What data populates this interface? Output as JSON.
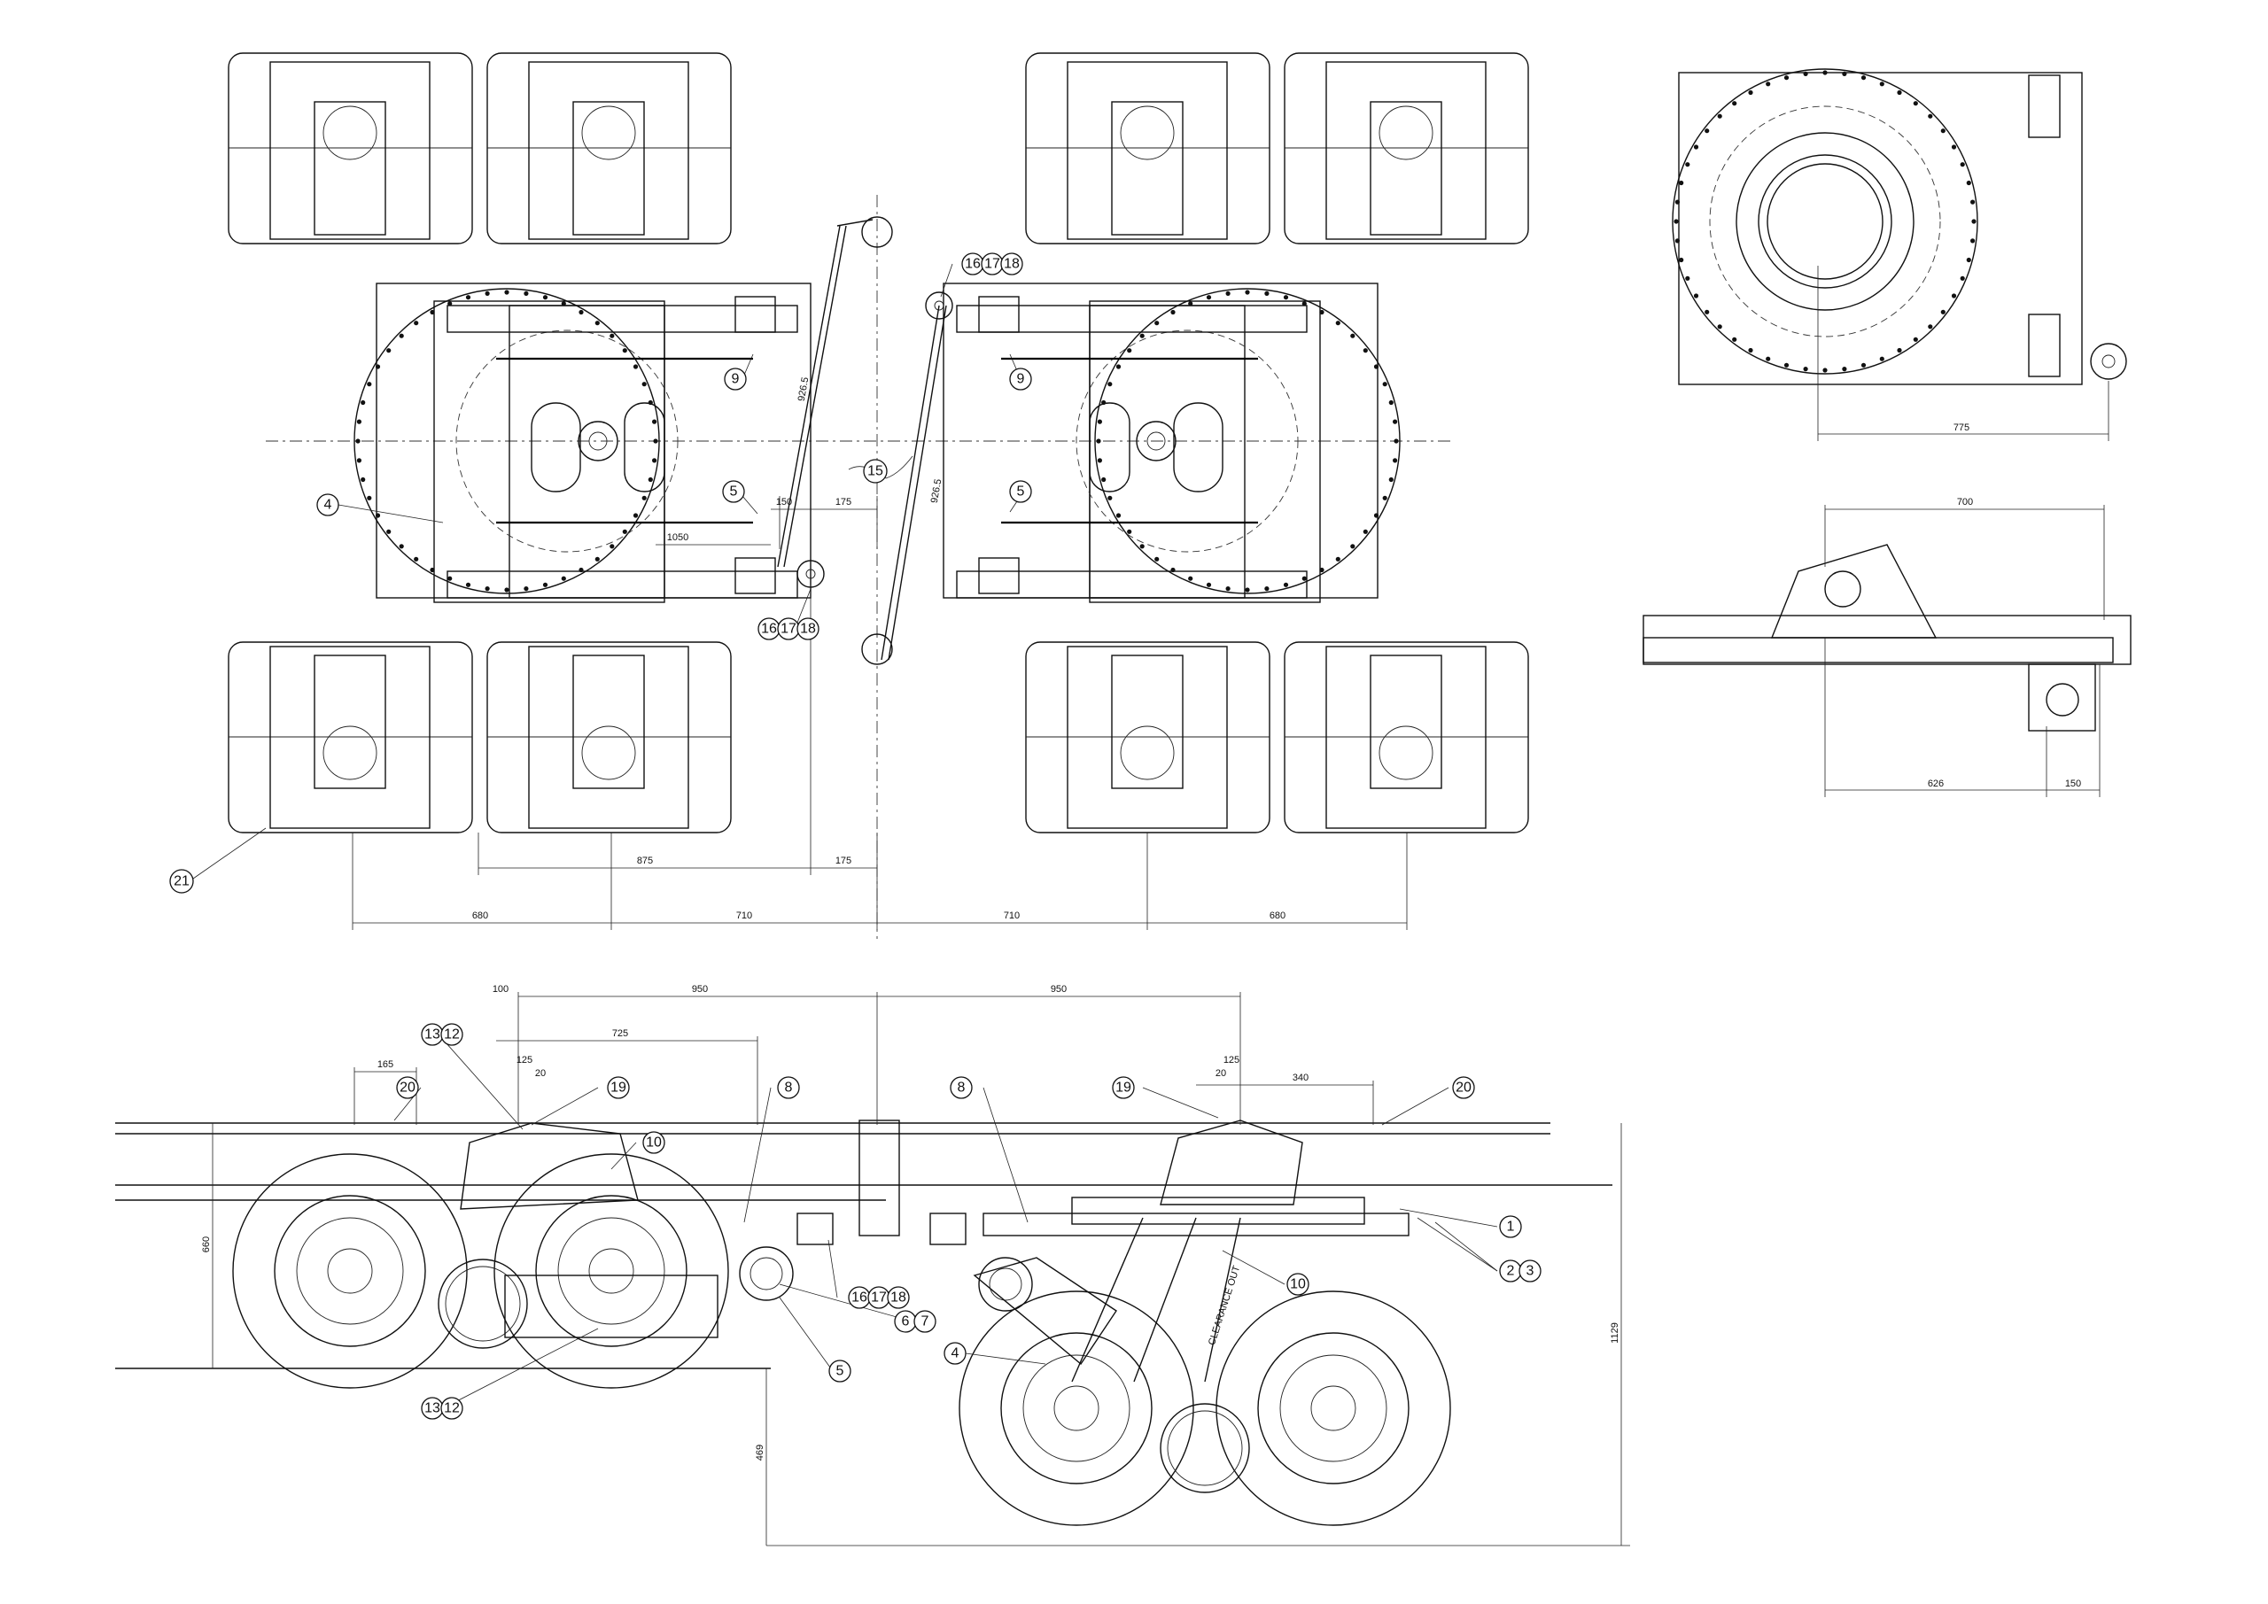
{
  "dimensions": {
    "top_row_1": "680",
    "top_row_2": "710",
    "top_row_3": "710",
    "top_row_4": "680",
    "mid_875": "875",
    "mid_175_bottom": "175",
    "mid_1050": "1050",
    "mid_150": "150",
    "mid_175_top": "175",
    "diag_left": "926.5",
    "diag_right": "926.5",
    "tr_775": "775",
    "mr_700": "700",
    "mr_626": "626",
    "mr_150": "150",
    "bot_100": "100",
    "bot_950_l": "950",
    "bot_950_r": "950",
    "bot_725": "725",
    "bot_165": "165",
    "bot_125_l": "125",
    "bot_20_l": "20",
    "bot_125_r": "125",
    "bot_20_r": "20",
    "bot_340": "340",
    "bot_660": "660",
    "bot_1129": "1129",
    "bot_469": "469",
    "bot_clear": "CLEARANCE OUT"
  },
  "callouts": {
    "c4_top": "4",
    "c5_top_l": "5",
    "c5_top_r": "5",
    "c9_l": "9",
    "c9_r": "9",
    "c15": "15",
    "c16_top": "16",
    "c17_top": "17",
    "c18_top": "18",
    "c16_mid": "16",
    "c17_mid": "17",
    "c18_mid": "18",
    "c21": "21",
    "c13_a": "13",
    "c12_a": "12",
    "c19_l": "19",
    "c10_l": "10",
    "c8_l": "8",
    "c20_l": "20",
    "c8_r": "8",
    "c19_r": "19",
    "c20_r": "20",
    "c1": "1",
    "c2": "2",
    "c3": "3",
    "c10_r": "10",
    "c16_b": "16",
    "c17_b": "17",
    "c18_b": "18",
    "c6_b": "6",
    "c7_b": "7",
    "c5_b": "5",
    "c13_b": "13",
    "c12_b": "12",
    "c4_b": "4"
  }
}
